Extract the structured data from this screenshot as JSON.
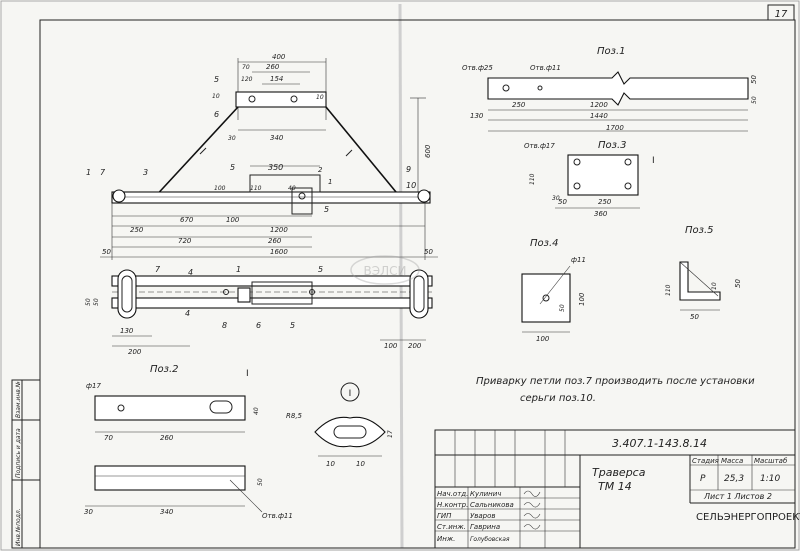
{
  "page_number": "17",
  "main_view": {
    "top_dims": [
      "400",
      "70",
      "260",
      "120",
      "154",
      "10",
      "30",
      "340"
    ],
    "left_labels": [
      "5",
      "6",
      "10"
    ],
    "mid_labels": [
      "5",
      "350",
      "3",
      "2",
      "1",
      "9",
      "5",
      "10",
      "7",
      "1"
    ],
    "small_dims": [
      "100",
      "110",
      "40"
    ],
    "height_dim": "600",
    "bottom_dims": [
      "670",
      "100",
      "1200",
      "250",
      "260",
      "720",
      "1600",
      "50",
      "50"
    ]
  },
  "plan_view": {
    "labels": [
      "7",
      "4",
      "1",
      "5",
      "4",
      "8",
      "6",
      "5"
    ],
    "dims": [
      "50",
      "50",
      "130",
      "200",
      "100",
      "200"
    ]
  },
  "watermark": "ВЭЛСИ",
  "pos1": {
    "title": "Поз.1",
    "hole_labels": [
      "Отв.ф25",
      "Отв.ф11"
    ],
    "dims": [
      "50",
      "250",
      "1200",
      "130",
      "1440",
      "1700",
      "50"
    ]
  },
  "pos3": {
    "title": "Поз.3",
    "hole_label": "Отв.ф17",
    "mark": "I",
    "dims": [
      "110",
      "30",
      "50",
      "250",
      "360"
    ]
  },
  "pos4": {
    "title": "Поз.4",
    "hole_label": "ф11",
    "dims": [
      "100",
      "50",
      "100"
    ]
  },
  "pos5": {
    "title": "Поз.5",
    "dims": [
      "110",
      "10",
      "50",
      "50"
    ]
  },
  "pos2": {
    "title": "Поз.2",
    "hole_label": "ф17",
    "mark": "I",
    "hole_label2": "Отв.ф11",
    "dims": [
      "40",
      "70",
      "260",
      "50",
      "30",
      "340"
    ]
  },
  "detail_I": {
    "mark": "I",
    "radius": "R8,5",
    "dims": [
      "17",
      "10",
      "10"
    ]
  },
  "note": {
    "line1": "Приварку петли поз.7 производить после установки",
    "line2": "серьги поз.10."
  },
  "side_stamp": [
    "Инв.№подл.",
    "Подпись и дата",
    "Взам.инв.№"
  ],
  "title_block": {
    "doc_code": "3.407.1-143.8.14",
    "name_line1": "Траверса",
    "name_line2": "ТМ 14",
    "stage_header": "Стадия",
    "mass_header": "Масса",
    "scale_header": "Масштаб",
    "stage": "Р",
    "mass": "25,3",
    "scale": "1:10",
    "sheet_info": "Лист 1   Листов 2",
    "org": "СЕЛЬЭНЕРГОПРОЕКТ",
    "roles": [
      "Нач.отд.",
      "Н.контр.",
      "ГИП",
      "Ст.инж.",
      "Инж."
    ],
    "names": [
      "Кулинич",
      "Сальникова",
      "Уваров",
      "Гаврина",
      "Голубовская"
    ]
  }
}
